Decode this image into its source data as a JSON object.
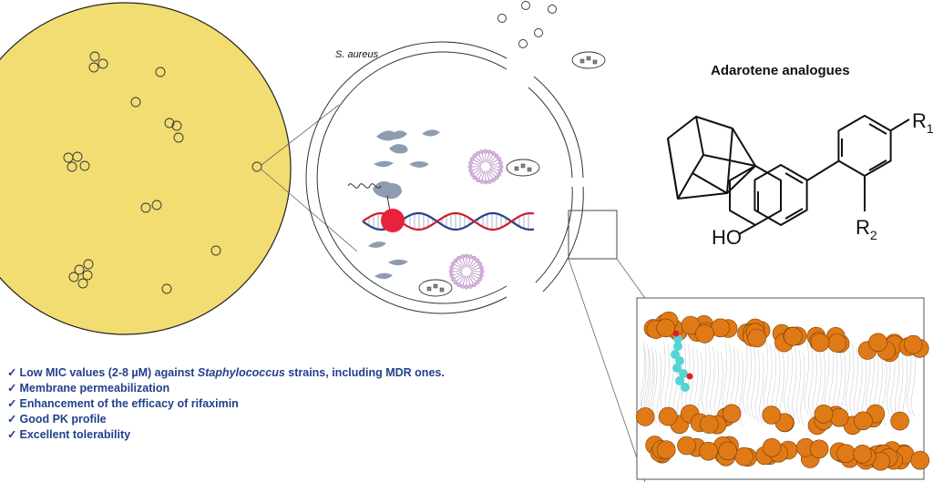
{
  "labels": {
    "organism": "S. aureus",
    "title": "Adarotene analogues",
    "hydroxyl": "HO",
    "r1": "R",
    "r1_sub": "1",
    "r2": "R",
    "r2_sub": "2"
  },
  "bullets": [
    {
      "pre": "Low MIC values (2-8 µM) against ",
      "italic": "Staphylococcus",
      "post": " strains, including MDR ones."
    },
    {
      "pre": "Membrane permeabilization",
      "italic": "",
      "post": ""
    },
    {
      "pre": "Enhancement of the efficacy of rifaximin",
      "italic": "",
      "post": ""
    },
    {
      "pre": "Good PK profile",
      "italic": "",
      "post": ""
    },
    {
      "pre": "Excellent tolerability",
      "italic": "",
      "post": ""
    }
  ],
  "colors": {
    "plate_fill": "#f2dd72",
    "bullet_text": "#22408a",
    "dna_red": "#c8202c",
    "dna_blue": "#2a3f86",
    "protein": "#8e9cb0",
    "micelle": "#c8a4d0",
    "lipid_head": "#e07a16",
    "ligand": "#55d4d4"
  }
}
